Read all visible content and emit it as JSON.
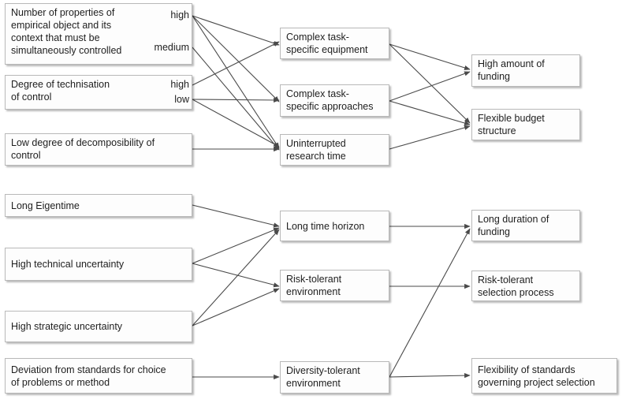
{
  "left_boxes": {
    "properties": "Number of properties of\nempirical object and its\ncontext that must be\nsimultaneously controlled",
    "technisation": "Degree of technisation\nof control",
    "decomposability": "Low degree of decomposibility of\ncontrol",
    "eigentime": "Long Eigentime",
    "technical_uncertainty": "High technical uncertainty",
    "strategic_uncertainty": "High strategic uncertainty",
    "deviation": "Deviation from standards for choice\nof problems or method"
  },
  "level_tags": {
    "properties_high": "high",
    "properties_medium": "medium",
    "technisation_high": "high",
    "technisation_low": "low"
  },
  "middle_boxes": {
    "equipment": "Complex task-\nspecific equipment",
    "approaches": "Complex task-\nspecific approaches",
    "research_time": "Uninterrupted\nresearch time",
    "time_horizon": "Long time horizon",
    "risk_env": "Risk-tolerant\nenvironment",
    "diversity_env": "Diversity-tolerant\nenvironment"
  },
  "right_boxes": {
    "funding_amount": "High amount of\nfunding",
    "budget_structure": "Flexible budget\nstructure",
    "funding_duration": "Long duration of\nfunding",
    "selection_process": "Risk-tolerant\nselection process",
    "standards_flexibility": "Flexibility of standards\ngoverning project selection"
  },
  "colors": {
    "arrow": "#4a4a4a",
    "box_border": "#b9b9b9",
    "box_fill": "#fdfdfd"
  }
}
